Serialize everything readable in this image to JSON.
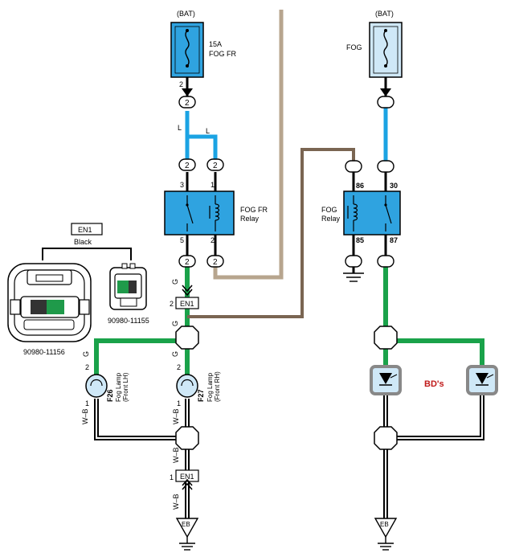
{
  "left_fuse": {
    "supply": "(BAT)",
    "rating": "15A",
    "name": "FOG FR"
  },
  "right_fuse": {
    "supply": "(BAT)",
    "name": "FOG"
  },
  "left_relay": {
    "name_line1": "FOG FR",
    "name_line2": "Relay",
    "pins": {
      "top_left": "3",
      "top_right": "1",
      "bottom_left": "5",
      "bottom_right": "2"
    }
  },
  "right_relay": {
    "name_line1": "FOG",
    "name_line2": "Relay",
    "pins": {
      "top_left": "86",
      "top_right": "30",
      "bottom_left": "85",
      "bottom_right": "87"
    }
  },
  "wire_labels": {
    "l": "L",
    "g": "G",
    "wb": "W–B"
  },
  "pin_numbers": {
    "two": "2",
    "one": "1",
    "three": "3",
    "five": "5"
  },
  "connectors": {
    "en1": "EN1",
    "en1_color": "Black",
    "part_a": "90980-11156",
    "part_b": "90980-11155"
  },
  "lamps": {
    "left": {
      "code": "F26",
      "line1": "Fog Lamp",
      "line2": "(Front LH)"
    },
    "right": {
      "code": "F27",
      "line1": "Fog Lamp",
      "line2": "(Front RH)"
    }
  },
  "grounds": {
    "left": "EB",
    "right": "EB"
  },
  "bd_label": "BD's",
  "colors": {
    "blue_wire": "#1ba3e3",
    "green_wire": "#1aa24a",
    "tan_wire": "#b7a58e",
    "brown_wire": "#7a6552",
    "component_fill": "#2fa3e0",
    "light_fill": "#cfe8f7"
  }
}
